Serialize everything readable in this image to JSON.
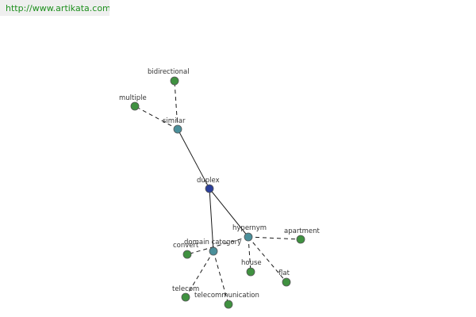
{
  "header": {
    "source_url": "http://www.artikata.com"
  },
  "colors": {
    "center": "#2b3f9a",
    "relation": "#4a8f9a",
    "leaf": "#3f9140",
    "edge": "#1a1a1a",
    "node_stroke": "#555555"
  },
  "graph": {
    "nodes": [
      {
        "id": "duplex",
        "label": "duplex",
        "kind": "center"
      },
      {
        "id": "similar",
        "label": "similar",
        "kind": "relation"
      },
      {
        "id": "bidirectional",
        "label": "bidirectional",
        "kind": "leaf"
      },
      {
        "id": "multiple",
        "label": "multiple",
        "kind": "leaf"
      },
      {
        "id": "hypernym",
        "label": "hypernym",
        "kind": "relation"
      },
      {
        "id": "apartment",
        "label": "apartment",
        "kind": "leaf"
      },
      {
        "id": "house",
        "label": "house",
        "kind": "leaf"
      },
      {
        "id": "flat",
        "label": "flat",
        "kind": "leaf"
      },
      {
        "id": "domain-category",
        "label": "domain category",
        "kind": "relation"
      },
      {
        "id": "convert",
        "label": "convert",
        "kind": "leaf"
      },
      {
        "id": "telecom",
        "label": "telecom",
        "kind": "leaf"
      },
      {
        "id": "telecommunication",
        "label": "telecommunication",
        "kind": "leaf"
      }
    ],
    "edges": [
      {
        "from": "duplex",
        "to": "similar",
        "style": "solid"
      },
      {
        "from": "duplex",
        "to": "hypernym",
        "style": "solid"
      },
      {
        "from": "duplex",
        "to": "domain-category",
        "style": "solid"
      },
      {
        "from": "similar",
        "to": "bidirectional",
        "style": "dashed"
      },
      {
        "from": "similar",
        "to": "multiple",
        "style": "dashed"
      },
      {
        "from": "hypernym",
        "to": "apartment",
        "style": "dashed"
      },
      {
        "from": "hypernym",
        "to": "house",
        "style": "dashed"
      },
      {
        "from": "hypernym",
        "to": "flat",
        "style": "dashed"
      },
      {
        "from": "hypernym",
        "to": "convert",
        "style": "dashed"
      },
      {
        "from": "domain-category",
        "to": "telecom",
        "style": "dashed"
      },
      {
        "from": "domain-category",
        "to": "telecommunication",
        "style": "dashed"
      }
    ]
  }
}
